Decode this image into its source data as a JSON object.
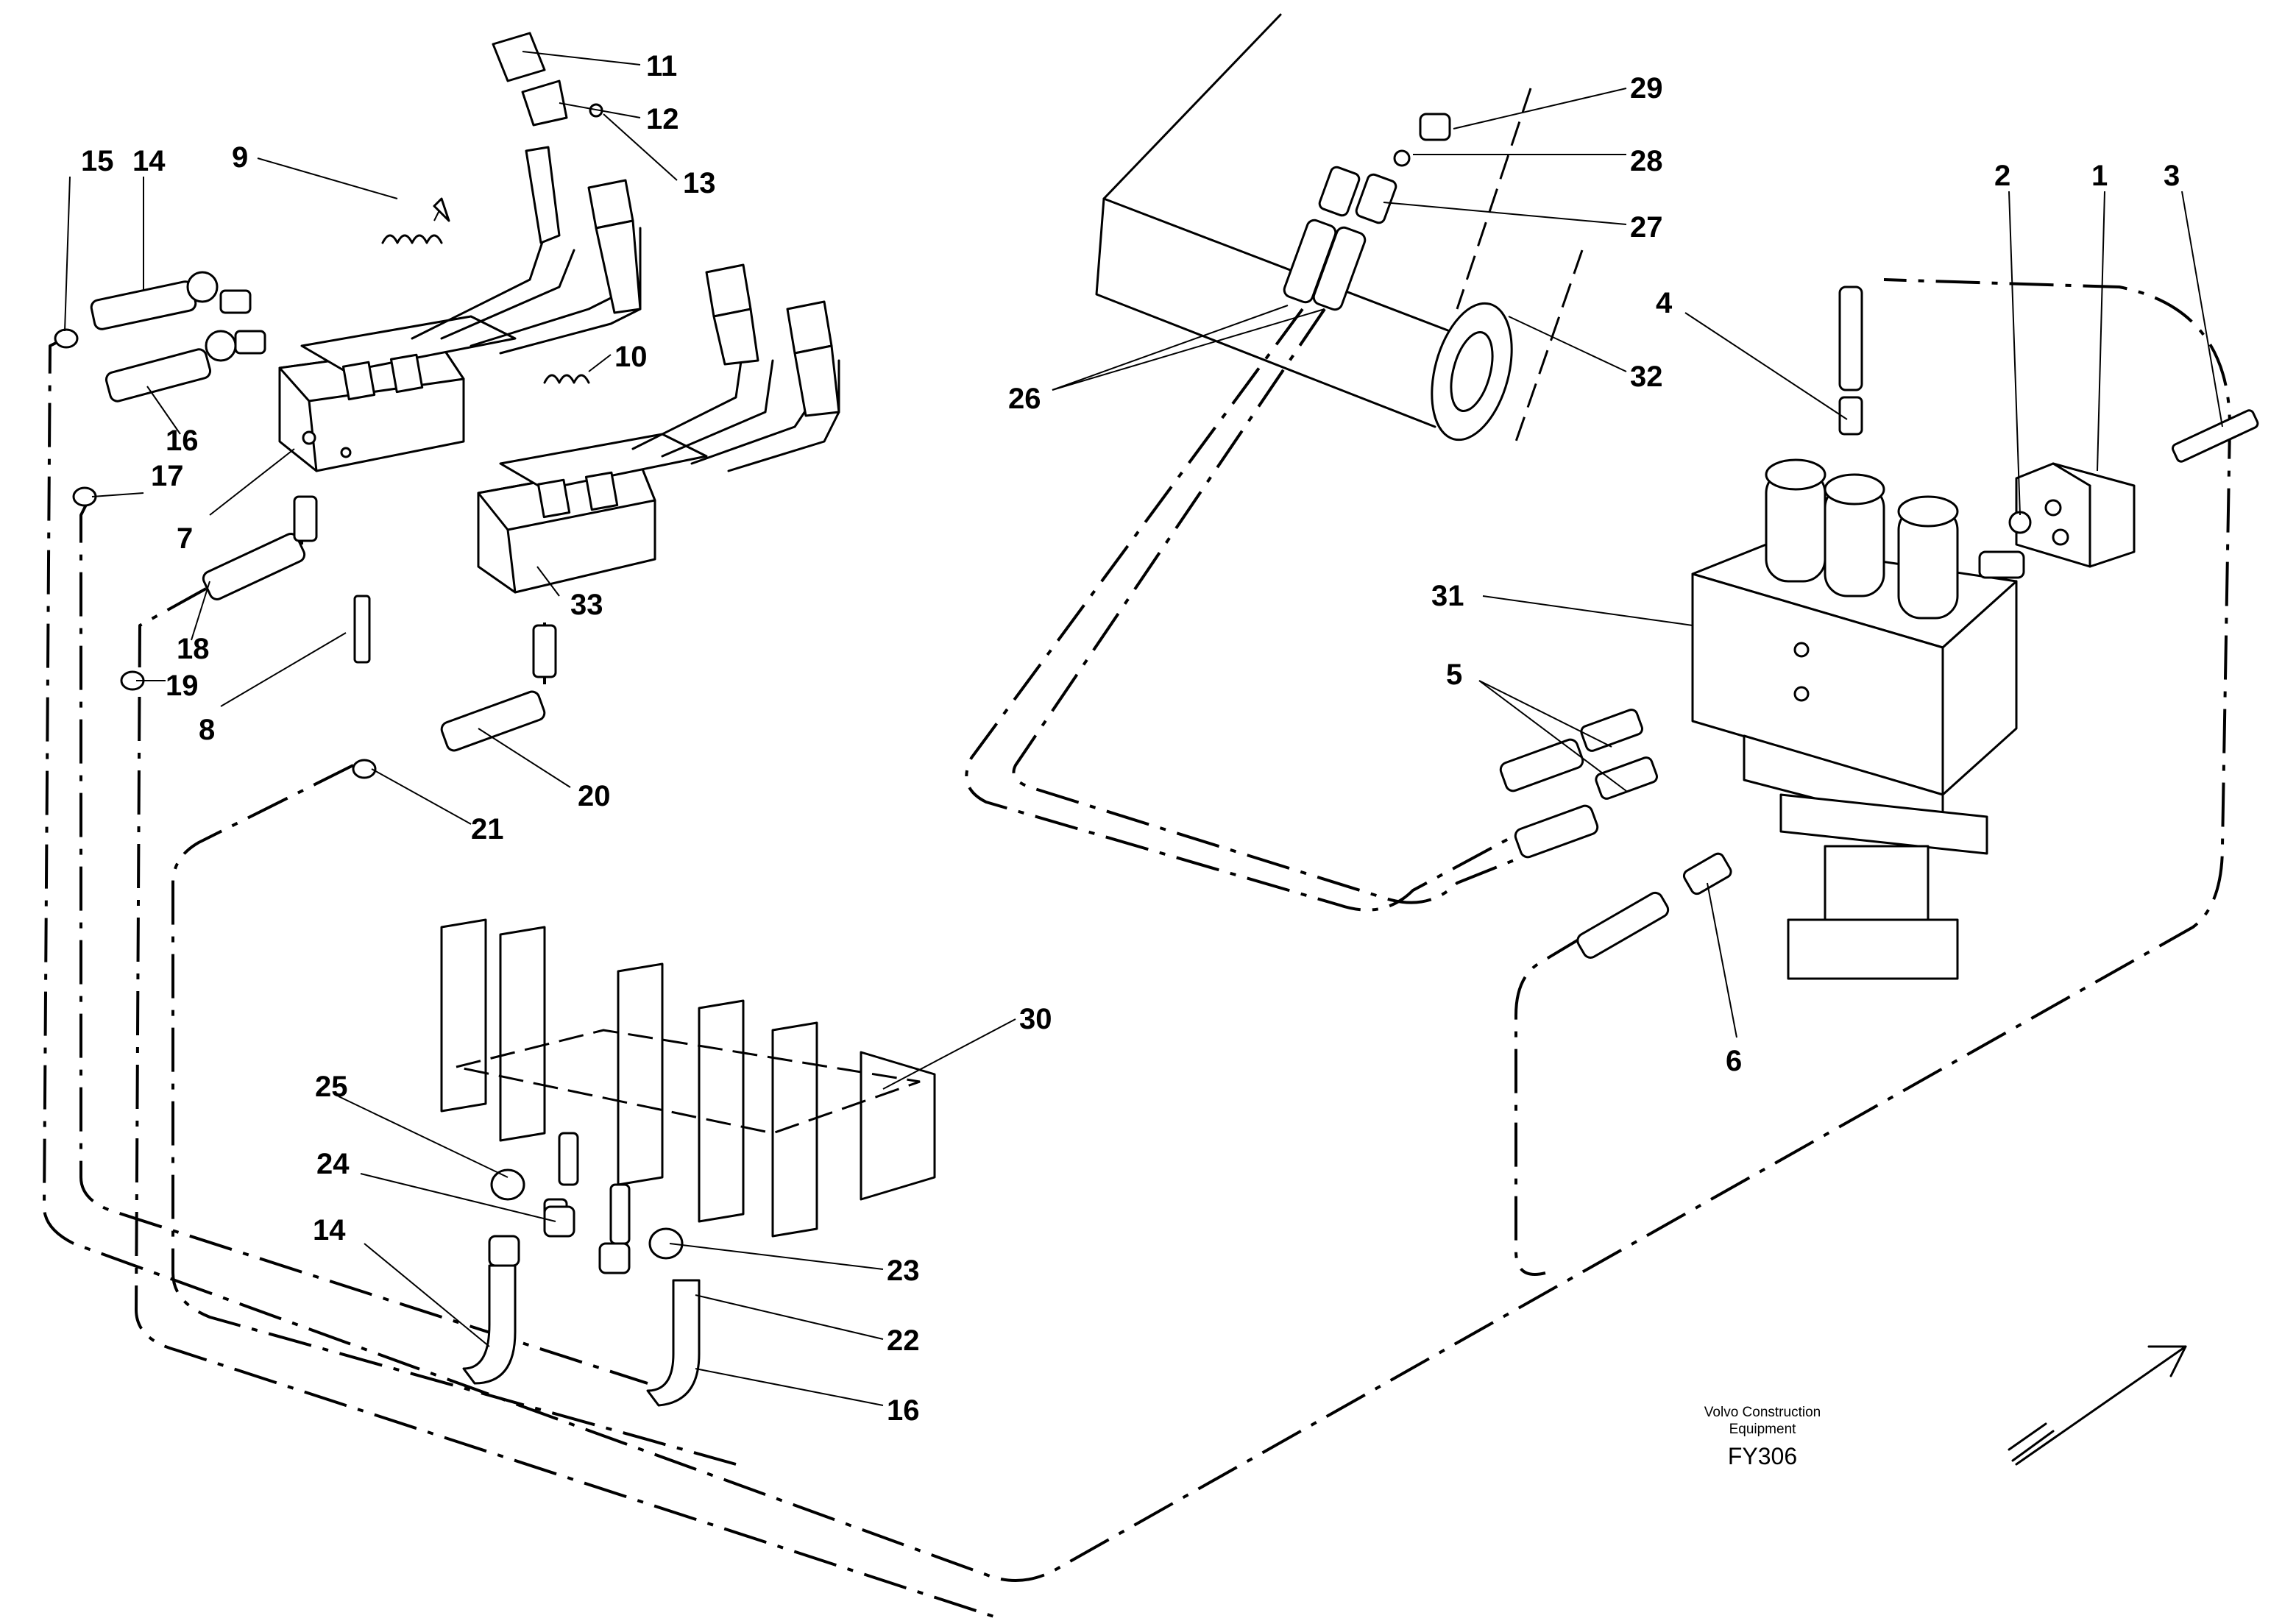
{
  "diagram": {
    "callouts": {
      "c1": "1",
      "c2": "2",
      "c3": "3",
      "c4": "4",
      "c5": "5",
      "c6": "6",
      "c7": "7",
      "c8": "8",
      "c9": "9",
      "c10": "10",
      "c11": "11",
      "c12": "12",
      "c13": "13",
      "c14a": "14",
      "c14b": "14",
      "c15": "15",
      "c16a": "16",
      "c16b": "16",
      "c17": "17",
      "c18": "18",
      "c19": "19",
      "c20": "20",
      "c21": "21",
      "c22": "22",
      "c23": "23",
      "c24": "24",
      "c25": "25",
      "c26": "26",
      "c27": "27",
      "c28": "28",
      "c29": "29",
      "c30": "30",
      "c31": "31",
      "c32": "32",
      "c33": "33"
    },
    "footer": {
      "brand_line1": "Volvo Construction",
      "brand_line2": "Equipment",
      "code": "FY306"
    }
  }
}
